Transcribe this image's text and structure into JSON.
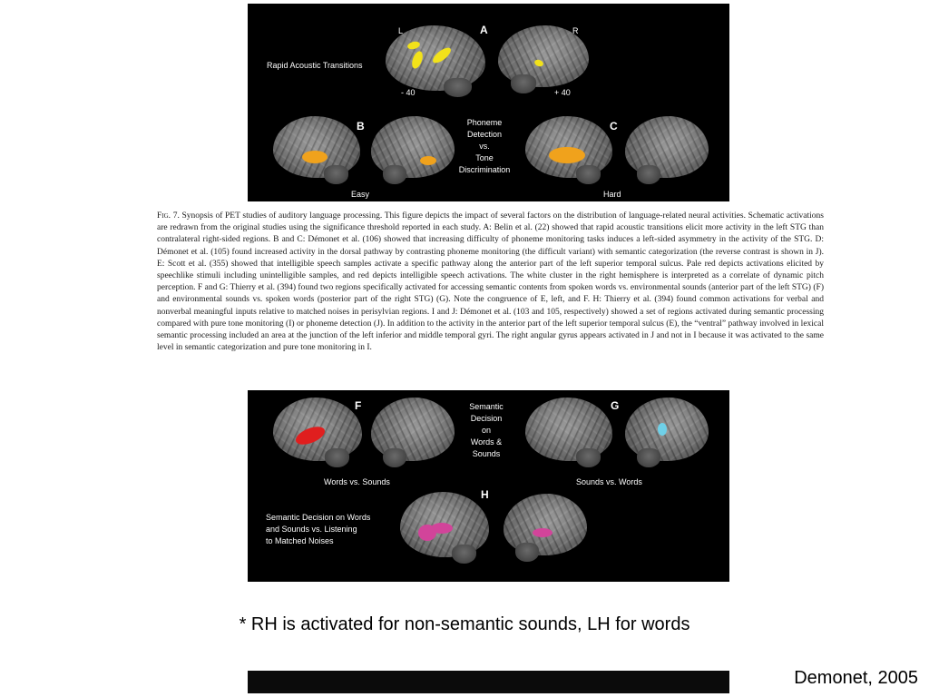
{
  "panel_top": {
    "label_A": "A",
    "label_B": "B",
    "label_C": "C",
    "left_marker": "L",
    "right_marker": "R",
    "minus_40": "- 40",
    "plus_40": "+ 40",
    "rapid_acoustic": "Rapid Acoustic Transitions",
    "phoneme_lines": [
      "Phoneme",
      "Detection",
      "vs.",
      "Tone",
      "Discrimination"
    ],
    "easy": "Easy",
    "hard": "Hard",
    "colors": {
      "activation_yellow": "#f2e21a",
      "activation_orange": "#f0a21c"
    }
  },
  "caption": {
    "lead": "Fig. 7.",
    "text": "Synopsis of PET studies of auditory language processing. This figure depicts the impact of several factors on the distribution of language-related neural activities. Schematic activations are redrawn from the original studies using the significance threshold reported in each study. A: Belin et al. (22) showed that rapid acoustic transitions elicit more activity in the left STG than contralateral right-sided regions. B and C: Démonet et al. (106) showed that increasing difficulty of phoneme monitoring tasks induces a left-sided asymmetry in the activity of the STG. D: Démonet et al. (105) found increased activity in the dorsal pathway by contrasting phoneme monitoring (the difficult variant) with semantic categorization (the reverse contrast is shown in J). E: Scott et al. (355) showed that intelligible speech samples activate a specific pathway along the anterior part of the left superior temporal sulcus. Pale red depicts activations elicited by speechlike stimuli including unintelligible samples, and red depicts intelligible speech activations. The white cluster in the right hemisphere is interpreted as a correlate of dynamic pitch perception. F and G: Thierry et al. (394) found two regions specifically activated for accessing semantic contents from spoken words vs. environmental sounds (anterior part of the left STG) (F) and environmental sounds vs. spoken words (posterior part of the right STG) (G). Note the congruence of E, left, and F. H: Thierry et al. (394) found common activations for verbal and nonverbal meaningful inputs relative to matched noises in perisylvian regions. I and J: Démonet et al. (103 and 105, respectively) showed a set of regions activated during semantic processing compared with pure tone monitoring (I) or phoneme detection (J). In addition to the activity in the anterior part of the left superior temporal sulcus (E), the “ventral” pathway involved in lexical semantic processing included an area at the junction of the left inferior and middle temporal gyri. The right angular gyrus appears activated in J and not in I because it was activated to the same level in semantic categorization and pure tone monitoring in I."
  },
  "panel_bottom": {
    "label_F": "F",
    "label_G": "G",
    "label_H": "H",
    "semantic_lines": [
      "Semantic",
      "Decision",
      "on",
      "Words &",
      "Sounds"
    ],
    "words_vs_sounds": "Words vs. Sounds",
    "sounds_vs_words": "Sounds vs. Words",
    "semantic_h_lines": [
      "Semantic Decision on Words",
      "and Sounds vs. Listening",
      "to Matched Noises"
    ],
    "colors": {
      "activation_red": "#e01e1e",
      "activation_cyan": "#6fd0e8",
      "activation_magenta": "#d2449a"
    }
  },
  "slide": {
    "note": "* RH is activated for non-semantic sounds, LH for words",
    "citation": "Demonet, 2005"
  }
}
